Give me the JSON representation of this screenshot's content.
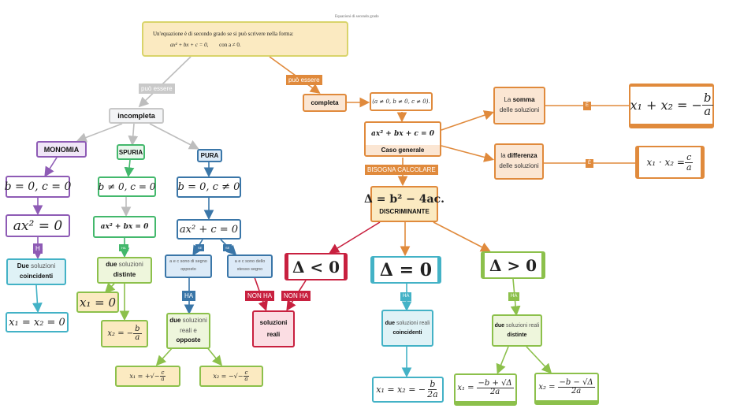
{
  "map_title": "Equazioni di secondo grado",
  "root": {
    "definition": "Un'equazione è di secondo grado se si può scrivere nella forma:",
    "formula": "ax² + bx + c = 0,",
    "condition": "con a ≠ 0."
  },
  "colors": {
    "gray": "#bdbdbd",
    "orange": "#e08a3c",
    "purple": "#8e5bb5",
    "green": "#43b86c",
    "blue": "#3a76a8",
    "teal": "#43b2c6",
    "lime": "#8cc04b",
    "red": "#c8203f",
    "root_border": "#d9d46a",
    "root_fill": "#fbeac1"
  },
  "links": {
    "puo_essere_incompleta": "può essere",
    "puo_essere_completa": "può essere",
    "monomia_ha": "H",
    "spuria_ha": "HA",
    "pura_se_opposto": "SE",
    "pura_se_stesso": "SE",
    "opposto_ha": "HA",
    "stesso_non_ha": "NON HA",
    "neg_non_ha": "NON HA",
    "bisogna": "BISOGNA CALCOLARE",
    "zero_ha": "HA",
    "pos_ha": "HA",
    "somma_e": "È",
    "prodotto_e": "È"
  },
  "incomplete": {
    "label": "incompleta",
    "monomia": {
      "label": "MONOMIA",
      "condition": "b = 0, c = 0",
      "equation": "ax² = 0",
      "result_bold": "Due",
      "result_text": "soluzioni",
      "result_bold2": "coincidenti",
      "solution": "x₁ = x₂ = 0"
    },
    "spuria": {
      "label": "SPURIA",
      "condition": "b ≠ 0, c = 0",
      "equation": "ax² + bx = 0",
      "result_bold": "due",
      "result_text": "soluzioni",
      "result_bold2": "distinte",
      "solution1": "x₁ = 0",
      "solution2_lhs": "x₂ = −",
      "solution2_num": "b",
      "solution2_den": "a"
    },
    "pura": {
      "label": "PURA",
      "condition": "b = 0, c ≠ 0",
      "equation": "ax² + c = 0",
      "case_opposite": "a e c sono di segno opposto",
      "case_same": "a e c sono dello stesso segno",
      "result_bold": "due",
      "result_text": "soluzioni reali e",
      "result_bold2": "opposte",
      "solution1_lhs": "x₁ = +√−",
      "solution1_num": "c",
      "solution1_den": "a",
      "solution2_lhs": "x₂ = −√−",
      "solution2_num": "c",
      "solution2_den": "a"
    }
  },
  "no_real": {
    "line1": "soluzioni",
    "line2": "reali"
  },
  "complete": {
    "label": "completa",
    "condition": "(a ≠ 0, b ≠ 0, c ≠ 0).",
    "equation": "ax² + bx + c = 0",
    "caption": "Caso generale",
    "discriminant": "Δ = b² − 4ac.",
    "discriminant_label": "DISCRIMINANTE",
    "sum": {
      "pre": "La",
      "bold": "somma",
      "post": "delle soluzioni",
      "lhs": "x₁ + x₂ = −",
      "num": "b",
      "den": "a"
    },
    "product": {
      "pre": "la",
      "bold": "differenza",
      "post": "delle soluzioni",
      "lhs": "x₁ · x₂ =",
      "num": "c",
      "den": "a"
    },
    "delta_neg": "Δ < 0",
    "delta_zero": "Δ = 0",
    "delta_pos": "Δ > 0",
    "zero_result": {
      "bold": "due",
      "text": "soluzioni reali",
      "bold2": "coincidenti",
      "lhs": "x₁ = x₂ = −",
      "num": "b",
      "den": "2a"
    },
    "pos_result": {
      "bold": "due",
      "text": "soluzioni reali",
      "bold2": "distinte",
      "x1_lhs": "x₁ =",
      "x1_num": "−b + √Δ",
      "x1_den": "2a",
      "x2_lhs": "x₂ =",
      "x2_num": "−b − √Δ",
      "x2_den": "2a"
    }
  }
}
